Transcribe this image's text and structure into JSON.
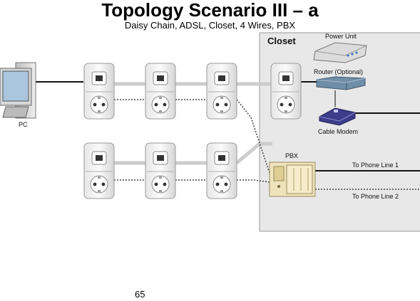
{
  "title": "Topology Scenario III – a",
  "subtitle": "Daisy Chain, ADSL, Closet, 4 Wires, PBX",
  "closet": {
    "label": "Closet"
  },
  "devices": {
    "pc": "PC",
    "power_unit": "Power Unit",
    "router": "Router (Optional)",
    "cable_modem": "Cable Modem",
    "pbx": "PBX"
  },
  "phone_lines": {
    "line1": "To Phone Line 1",
    "line2": "To Phone Line 2"
  },
  "page_number": "65",
  "colors": {
    "closet_fill": "#e8e8e8",
    "closet_border": "#999999",
    "cable_gray": "#cccccc",
    "cable_dark": "#111111",
    "dotted": "#444444",
    "pbx_fill": "#efe3bc",
    "router_fill": "#6f8ea8",
    "modem_fill": "#3c3c8a"
  }
}
